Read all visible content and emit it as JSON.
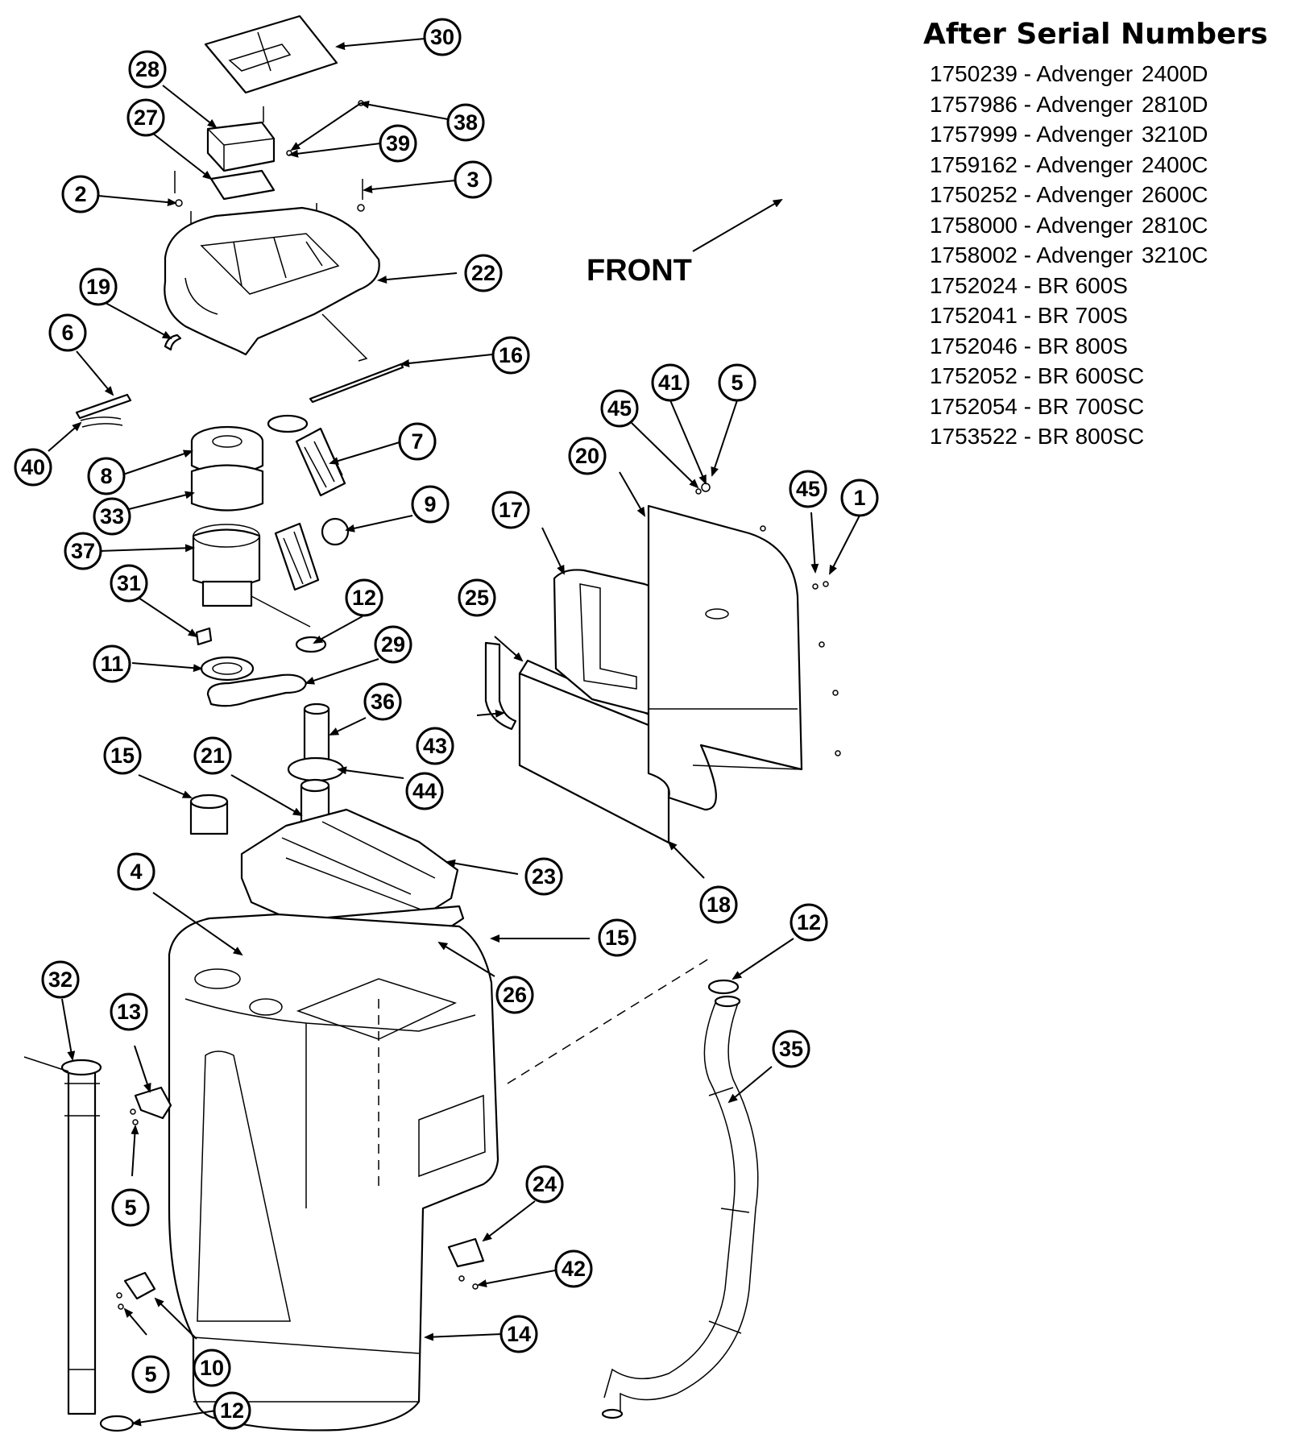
{
  "serial_table": {
    "title": "After Serial Numbers",
    "rows": [
      {
        "desc": "1750239 - Advenger",
        "model": "2400D"
      },
      {
        "desc": "1757986 - Advenger",
        "model": "2810D"
      },
      {
        "desc": "1757999 - Advenger",
        "model": "3210D"
      },
      {
        "desc": "1759162 - Advenger",
        "model": "2400C"
      },
      {
        "desc": "1750252 - Advenger",
        "model": "2600C"
      },
      {
        "desc": "1758000 - Advenger",
        "model": "2810C"
      },
      {
        "desc": "1758002 - Advenger",
        "model": "3210C"
      },
      {
        "desc": "1752024 - BR 600S",
        "model": ""
      },
      {
        "desc": "1752041 - BR 700S",
        "model": ""
      },
      {
        "desc": "1752046 - BR 800S",
        "model": ""
      },
      {
        "desc": "1752052 - BR 600SC",
        "model": ""
      },
      {
        "desc": "1752054 - BR 700SC",
        "model": ""
      },
      {
        "desc": "1753522 - BR 800SC",
        "model": ""
      }
    ]
  },
  "front_label": "FRONT",
  "callouts": [
    "30",
    "28",
    "38",
    "27",
    "39",
    "2",
    "3",
    "22",
    "19",
    "6",
    "16",
    "40",
    "7",
    "8",
    "33",
    "9",
    "37",
    "31",
    "12",
    "11",
    "29",
    "36",
    "15",
    "21",
    "44",
    "23",
    "4",
    "15",
    "26",
    "32",
    "13",
    "5",
    "24",
    "42",
    "5",
    "10",
    "14",
    "12",
    "45",
    "41",
    "5",
    "20",
    "17",
    "45",
    "1",
    "25",
    "43",
    "18",
    "12",
    "35"
  ]
}
